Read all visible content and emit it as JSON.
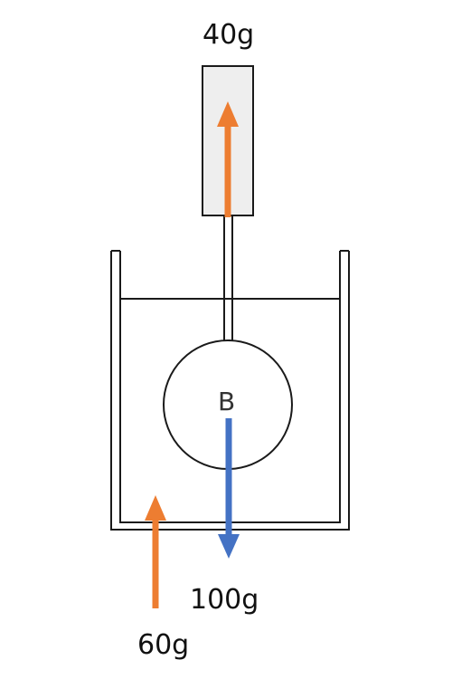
{
  "labels": {
    "spring_scale_force": "40g",
    "ball": "B",
    "ball_weight": "100g",
    "scale_force": "60g"
  },
  "colors": {
    "outline": "#1a1a1a",
    "spring_scale_fill": "#eeeeee",
    "upward_arrow": "#ED7D31",
    "downward_arrow": "#4472C4"
  }
}
